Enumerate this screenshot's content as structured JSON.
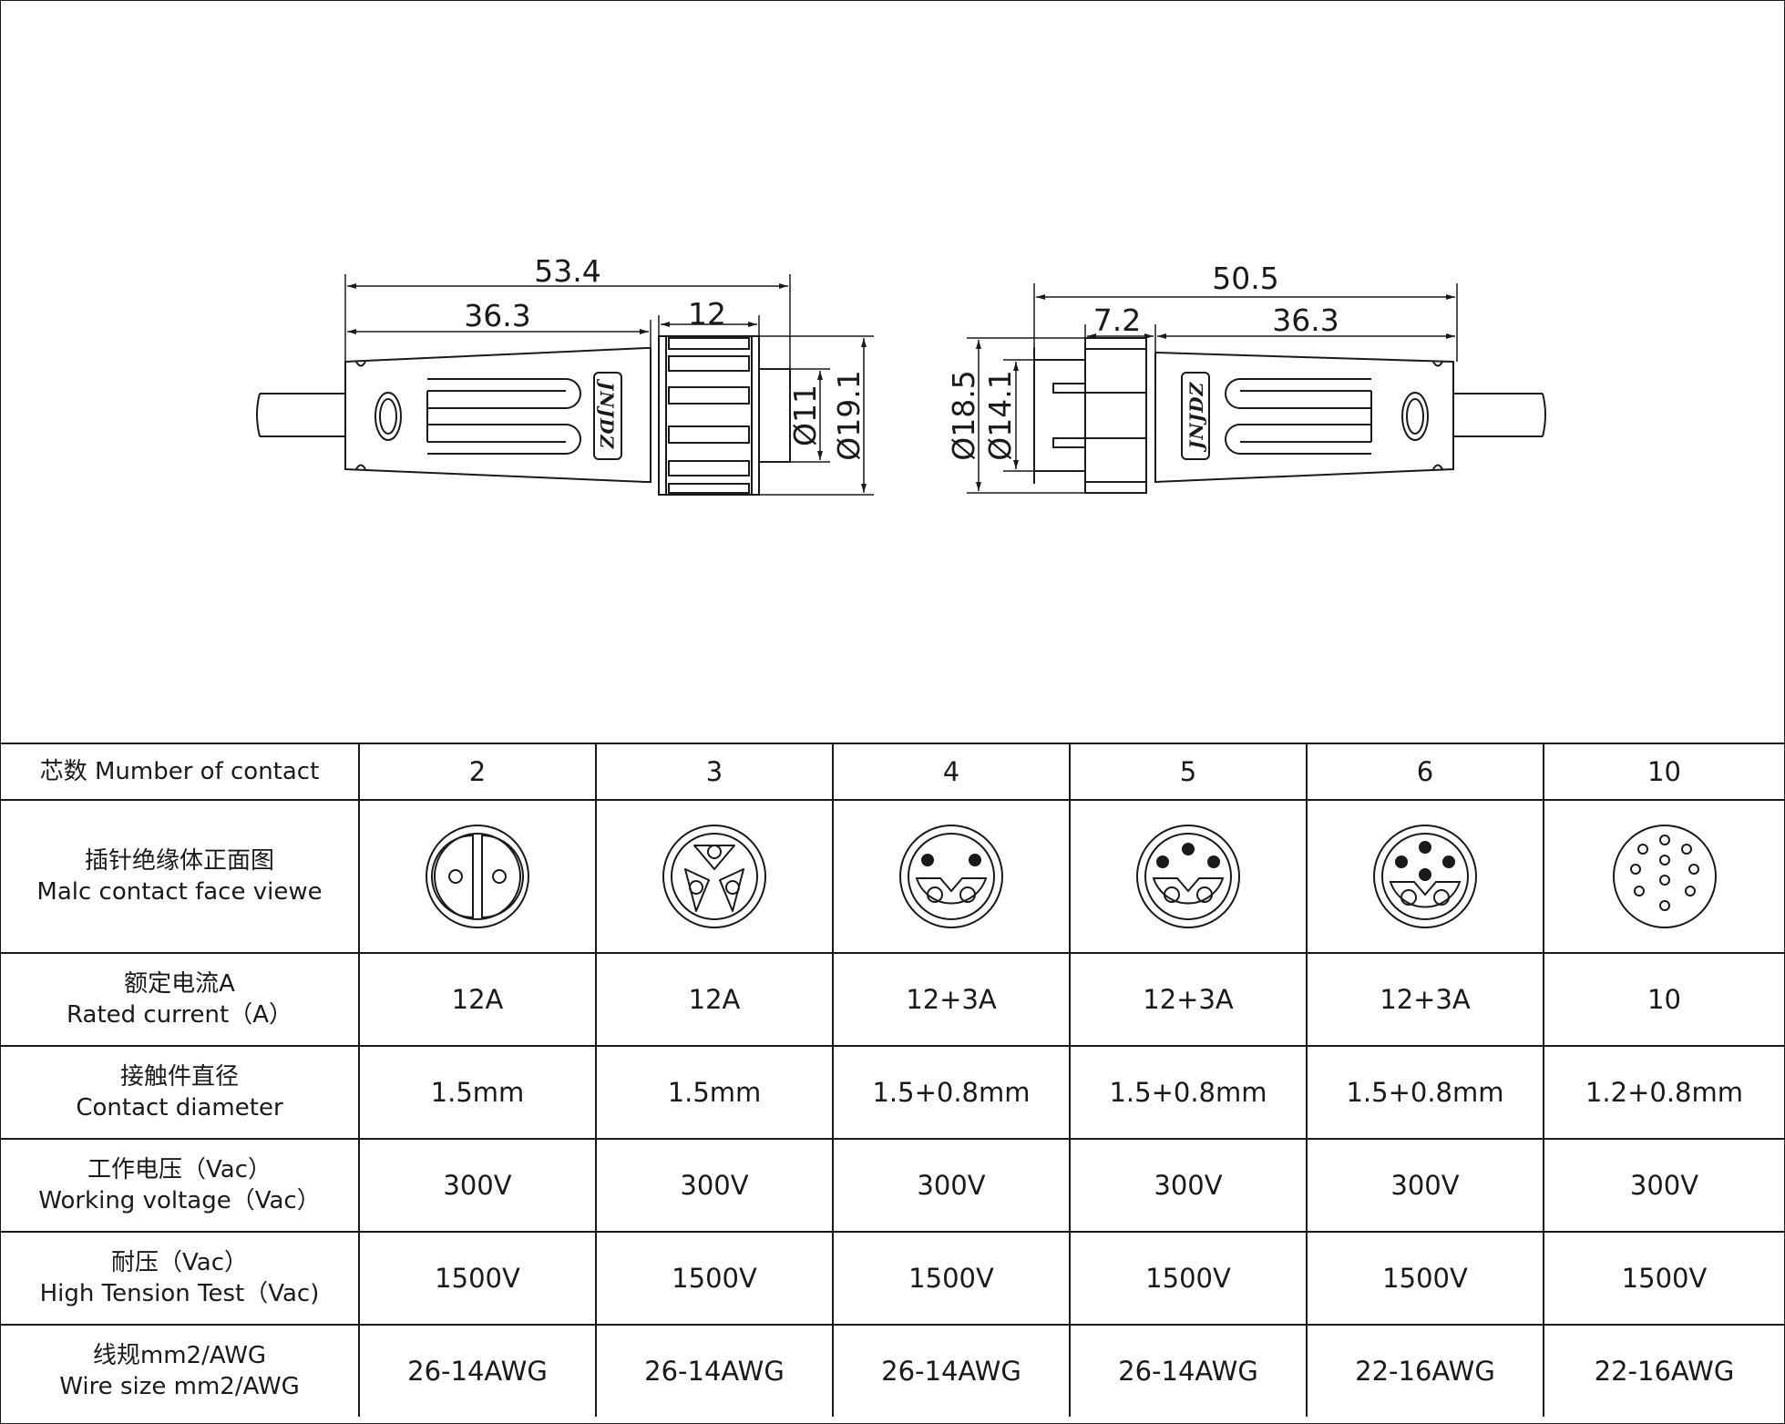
{
  "dimensions": {
    "male_total_length": "53.4",
    "male_body_length": "36.3",
    "male_nut_length": "12",
    "male_inner_diameter": "Ø11",
    "male_outer_diameter": "Ø19.1",
    "female_total_length": "50.5",
    "female_front_length": "7.2",
    "female_body_length": "36.3",
    "female_outer_diameter": "Ø18.5",
    "female_inner_diameter": "Ø14.1",
    "brand_mark": "JNJDZ"
  },
  "table": {
    "header": {
      "label": "芯数 Mumber of contact",
      "values": [
        "2",
        "3",
        "4",
        "5",
        "6",
        "10"
      ]
    },
    "face": {
      "label_cn": "插针绝缘体正面图",
      "label_en": "Malc contact face viewe",
      "icons": [
        "contact-face-2pin-icon",
        "contact-face-3pin-icon",
        "contact-face-4pin-icon",
        "contact-face-5pin-icon",
        "contact-face-6pin-icon",
        "contact-face-10pin-icon"
      ]
    },
    "rows": [
      {
        "label_cn": "额定电流A",
        "label_en": "Rated current（A）",
        "values": [
          "12A",
          "12A",
          "12+3A",
          "12+3A",
          "12+3A",
          "10"
        ]
      },
      {
        "label_cn": "接触件直径",
        "label_en": "Contact diameter",
        "values": [
          "1.5mm",
          "1.5mm",
          "1.5+0.8mm",
          "1.5+0.8mm",
          "1.5+0.8mm",
          "1.2+0.8mm"
        ]
      },
      {
        "label_cn": "工作电压（Vac）",
        "label_en": "Working voltage（Vac）",
        "values": [
          "300V",
          "300V",
          "300V",
          "300V",
          "300V",
          "300V"
        ]
      },
      {
        "label_cn": "耐压（Vac）",
        "label_en": "High Tension Test（Vac)",
        "values": [
          "1500V",
          "1500V",
          "1500V",
          "1500V",
          "1500V",
          "1500V"
        ]
      },
      {
        "label_cn": "线规mm2/AWG",
        "label_en": "Wire size mm2/AWG",
        "values": [
          "26-14AWG",
          "26-14AWG",
          "26-14AWG",
          "26-14AWG",
          "22-16AWG",
          "22-16AWG"
        ]
      }
    ]
  }
}
